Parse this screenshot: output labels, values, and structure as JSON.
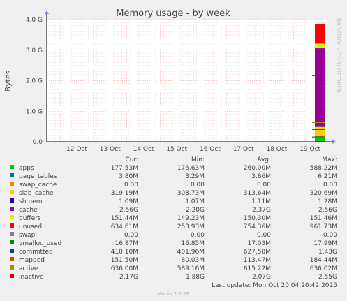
{
  "chart_data": {
    "type": "area",
    "title": "Memory usage - by week",
    "ylabel": "Bytes",
    "xlabel": "",
    "watermark": "RRDTOOL / TOBI OETIKER",
    "ylim": [
      0,
      4.0
    ],
    "y_unit": "G",
    "yticks": [
      "0.0",
      "1.0 G",
      "2.0 G",
      "3.0 G",
      "4.0 G"
    ],
    "yvals": [
      0,
      1,
      2,
      3,
      4
    ],
    "categories": [
      "12 Oct",
      "13 Oct",
      "14 Oct",
      "15 Oct",
      "16 Oct",
      "17 Oct",
      "18 Oct",
      "19 Oct"
    ],
    "grid": true,
    "background": "#ffffff",
    "columns": [
      "Cur:",
      "Min:",
      "Avg:",
      "Max:"
    ],
    "series": [
      {
        "name": "apps",
        "color": "#00cc00",
        "cur": "177.53M",
        "min": "176.63M",
        "avg": "260.00M",
        "max": "588.22M",
        "cur_g": 0.178
      },
      {
        "name": "page_tables",
        "color": "#0066b3",
        "cur": "3.80M",
        "min": "3.29M",
        "avg": "3.86M",
        "max": "6.21M",
        "cur_g": 0.004
      },
      {
        "name": "swap_cache",
        "color": "#ff8000",
        "cur": "0.00",
        "min": "0.00",
        "avg": "0.00",
        "max": "0.00",
        "cur_g": 0
      },
      {
        "name": "slab_cache",
        "color": "#ffcc00",
        "cur": "319.19M",
        "min": "308.73M",
        "avg": "313.64M",
        "max": "320.69M",
        "cur_g": 0.319
      },
      {
        "name": "shmem",
        "color": "#330099",
        "cur": "1.09M",
        "min": "1.07M",
        "avg": "1.11M",
        "max": "1.28M",
        "cur_g": 0.001
      },
      {
        "name": "cache",
        "color": "#990099",
        "cur": "2.56G",
        "min": "2.20G",
        "avg": "2.37G",
        "max": "2.56G",
        "cur_g": 2.56
      },
      {
        "name": "buffers",
        "color": "#ccff00",
        "cur": "151.44M",
        "min": "149.23M",
        "avg": "150.30M",
        "max": "151.46M",
        "cur_g": 0.151
      },
      {
        "name": "unused",
        "color": "#ff0000",
        "cur": "634.61M",
        "min": "253.93M",
        "avg": "754.36M",
        "max": "961.73M",
        "cur_g": 0.635
      },
      {
        "name": "swap",
        "color": "#808080",
        "cur": "0.00",
        "min": "0.00",
        "avg": "0.00",
        "max": "0.00",
        "cur_g": 0
      },
      {
        "name": "vmalloc_used",
        "color": "#008f00",
        "cur": "16.87M",
        "min": "16.85M",
        "avg": "17.03M",
        "max": "17.99M",
        "cur_g": 0.017
      },
      {
        "name": "committed",
        "color": "#00487d",
        "cur": "410.10M",
        "min": "401.96M",
        "avg": "627.58M",
        "max": "1.43G",
        "cur_g": 0.41
      },
      {
        "name": "mapped",
        "color": "#b35a00",
        "cur": "151.50M",
        "min": "80.03M",
        "avg": "113.47M",
        "max": "184.44M",
        "cur_g": 0.152
      },
      {
        "name": "active",
        "color": "#b38f00",
        "cur": "636.00M",
        "min": "589.16M",
        "avg": "615.22M",
        "max": "636.02M",
        "cur_g": 0.636
      },
      {
        "name": "inactive",
        "color": "#6b006b",
        "cur": "2.17G",
        "min": "1.88G",
        "avg": "2.07G",
        "max": "2.55G",
        "cur_g": 2.17
      }
    ],
    "legend_swatch_colors": [
      "#00cc00",
      "#0066b3",
      "#ff8000",
      "#ffcc00",
      "#330099",
      "#990099",
      "#ccff00",
      "#ff0000",
      "#808080",
      "#008f00",
      "#00487d",
      "#b35a00",
      "#b38f00",
      "#cc0000"
    ],
    "last_update": "Last update: Mon Oct 20 04:20:42 2025",
    "version": "Munin 2.0.57"
  }
}
